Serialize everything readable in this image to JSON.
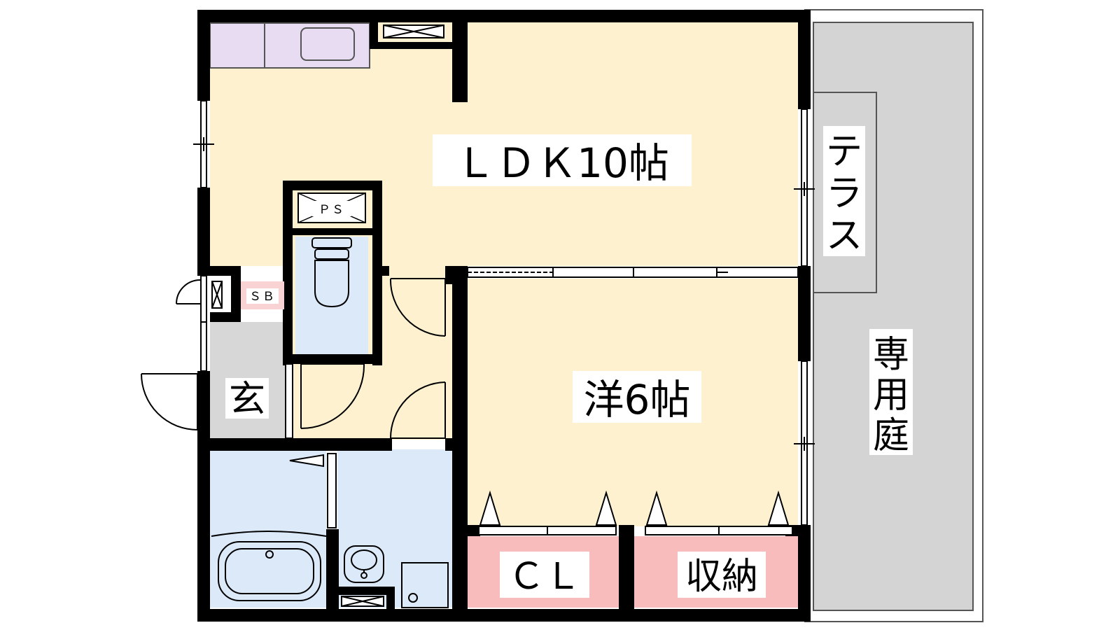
{
  "rooms": {
    "ldk": "ＬＤＫ10帖",
    "western": "洋6帖",
    "closet": "ＣＬ",
    "storage": "収納",
    "entrance": "玄",
    "terrace": [
      "テ",
      "ラ",
      "ス"
    ],
    "garden": [
      "専",
      "用",
      "庭"
    ],
    "ps": "ＰＳ",
    "sb": "ＳＢ"
  },
  "colors": {
    "wall": "#000000",
    "living": "#fdf1d0",
    "wet_area": "#dbe9f9",
    "storage": "#f8bcbd",
    "kitchen": "#e8dcf3",
    "entrance": "#d7d7d7",
    "garden": "#d4d4d4",
    "sb": "#f9d2d3"
  }
}
